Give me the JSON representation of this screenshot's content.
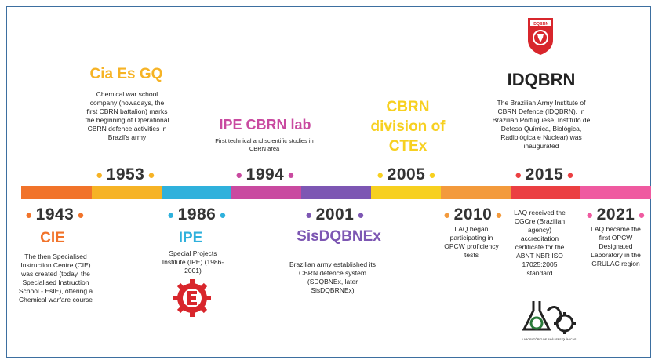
{
  "timeline": {
    "segment_colors": [
      "#f1732a",
      "#f6b325",
      "#2fb1dc",
      "#c94aa0",
      "#7d57b3",
      "#f7d020",
      "#f39a3c",
      "#eb3f42",
      "#ef5aa0"
    ],
    "events": [
      {
        "year": "1943",
        "name": "CIE",
        "name_color": "#f1732a",
        "dot_color": "#f1732a",
        "description": "The then Specialised Instruction Centre (CIE) was created (today, the Specialised Instruction School - EsIE), offering a Chemical warfare course"
      },
      {
        "year": "1953",
        "name": "Cia Es GQ",
        "name_color": "#f6b325",
        "dot_color": "#f6b325",
        "description": "Chemical war school company (nowadays, the first CBRN battalion) marks the beginning of Operational CBRN defence activities in Brazil's army"
      },
      {
        "year": "1986",
        "name": "IPE",
        "name_color": "#2fb1dc",
        "dot_color": "#2fb1dc",
        "description": "Special Projects Institute (IPE) (1986-2001)"
      },
      {
        "year": "1994",
        "name": "IPE CBRN lab",
        "name_color": "#c94aa0",
        "dot_color": "#c94aa0",
        "description": "First technical and scientific studies in CBRN area"
      },
      {
        "year": "2001",
        "name": "SisDQBNEx",
        "name_color": "#7d57b3",
        "dot_color": "#7d57b3",
        "description": "Brazilian army established its CBRN defence system (SDQBNEx, later SisDQBRNEx)"
      },
      {
        "year": "2005",
        "name": "CBRN division of CTEx",
        "name_color": "#f7d020",
        "dot_color": "#f7d020",
        "description": ""
      },
      {
        "year": "2010",
        "name": "",
        "name_color": "#f39a3c",
        "dot_color": "#f39a3c",
        "description": "LAQ began participating in OPCW proficiency tests"
      },
      {
        "year": "2015",
        "name": "IDQBRN",
        "name_color": "#222222",
        "dot_color": "#eb3f42",
        "description": "The Brazilian Army Institute of CBRN Defence (IDQBRN). In Brazilian Portuguese, Instituto de Defesa Química, Biológica, Radiológica e Nuclear) was inaugurated"
      },
      {
        "year": "2015",
        "name": "",
        "name_color": "#222222",
        "dot_color": "#eb3f42",
        "description": "LAQ received the CGCre (Brazilian agency) accreditation certificate for the ABNT NBR ISO 17025:2005 standard"
      },
      {
        "year": "2021",
        "name": "",
        "name_color": "#ef5aa0",
        "dot_color": "#ef5aa0",
        "description": "LAQ became the first OPCW Designated Laboratory in the GRULAC region"
      }
    ]
  },
  "logos": {
    "idqbrn_badge_text": "IDQBRN",
    "laq_caption": "LABORATÓRIO DE ANÁLISES QUÍMICAS"
  }
}
